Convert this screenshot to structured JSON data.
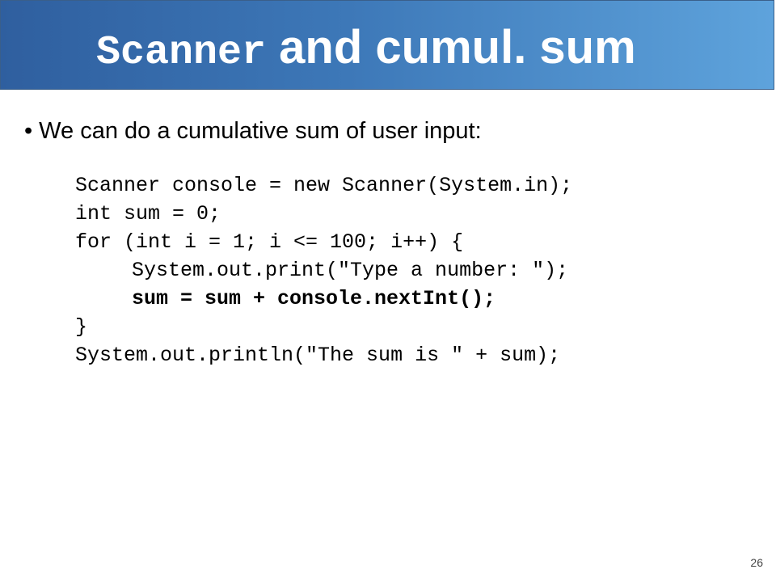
{
  "slide": {
    "title_code": "Scanner",
    "title_text": "and cumul. sum",
    "bullet": "We can do a cumulative sum of user input:",
    "code_lines": [
      "Scanner console = new Scanner(System.in);",
      "int sum = 0;",
      "for (int i = 1; i <= 100; i++) {",
      "System.out.print(\"Type a number: \");",
      "sum = sum + console.nextInt();",
      "}",
      "System.out.println(\"The sum is \" + sum);"
    ],
    "page_number": "26"
  },
  "colors": {
    "title_text": "#ffffff",
    "banner_gradient_start": "#2f5f9f",
    "banner_gradient_end": "#5ea3dc",
    "body_text": "#000000"
  }
}
